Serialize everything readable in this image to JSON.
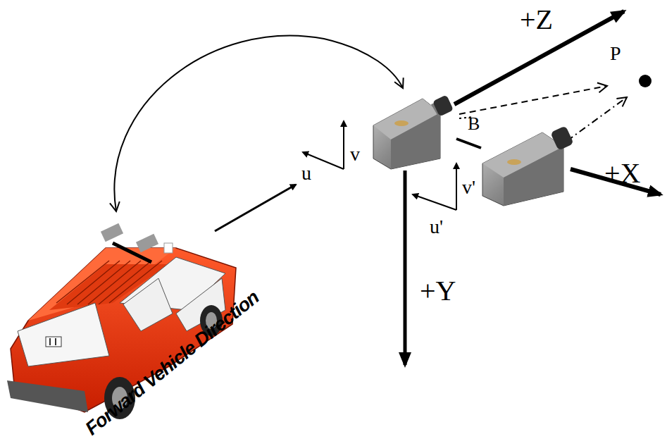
{
  "diagram": {
    "labels": [
      "+Z",
      "P",
      "B",
      "+X",
      "v",
      "u",
      "v'",
      "u'",
      "+Y",
      "Forward Vehicle Direction"
    ]
  }
}
